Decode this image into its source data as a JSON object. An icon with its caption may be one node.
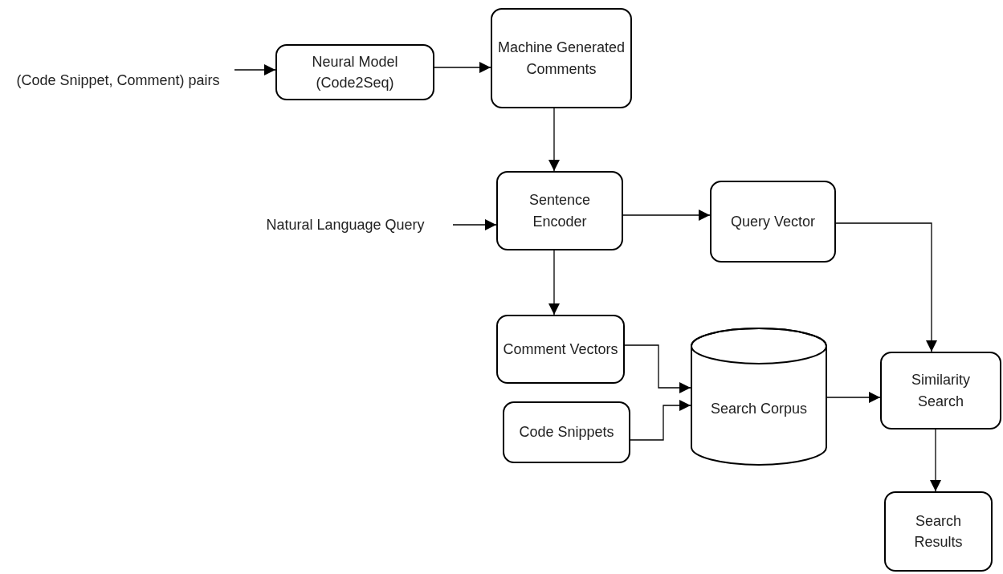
{
  "diagram": {
    "nodes": [
      {
        "text": [
          "(Code Snippet, Comment) pairs"
        ]
      },
      {
        "text": [
          "Neural Model (Code2Seq)"
        ]
      },
      {
        "text": [
          "Machine Generated Comments"
        ]
      },
      {
        "text": [
          "Sentence Encoder"
        ]
      },
      {
        "text": [
          "Natural Language Query"
        ]
      },
      {
        "text": [
          "Query Vector"
        ]
      },
      {
        "text": [
          "Comment Vectors"
        ]
      },
      {
        "text": [
          "Search Corpus"
        ]
      },
      {
        "text": [
          "Code Snippets"
        ]
      },
      {
        "text": [
          "Similarity Search"
        ]
      },
      {
        "text": [
          "Search Results"
        ]
      }
    ],
    "edges": [
      {
        "from": 0,
        "to": 1,
        "arrow": "to"
      },
      {
        "from": 1,
        "to": 2,
        "arrow": "to"
      },
      {
        "from": 2,
        "to": 3,
        "arrow": "to"
      },
      {
        "from": 4,
        "to": 3,
        "arrow": "to"
      },
      {
        "from": 3,
        "to": 5,
        "arrow": "to"
      },
      {
        "from": 3,
        "to": 6,
        "arrow": "to"
      },
      {
        "from": 6,
        "to": 7,
        "arrow": "to"
      },
      {
        "from": 8,
        "to": 7,
        "arrow": "to"
      },
      {
        "from": 7,
        "to": 9,
        "arrow": "to"
      },
      {
        "from": 5,
        "to": 9,
        "arrow": "to"
      },
      {
        "from": 9,
        "to": 10,
        "arrow": "to"
      }
    ]
  }
}
